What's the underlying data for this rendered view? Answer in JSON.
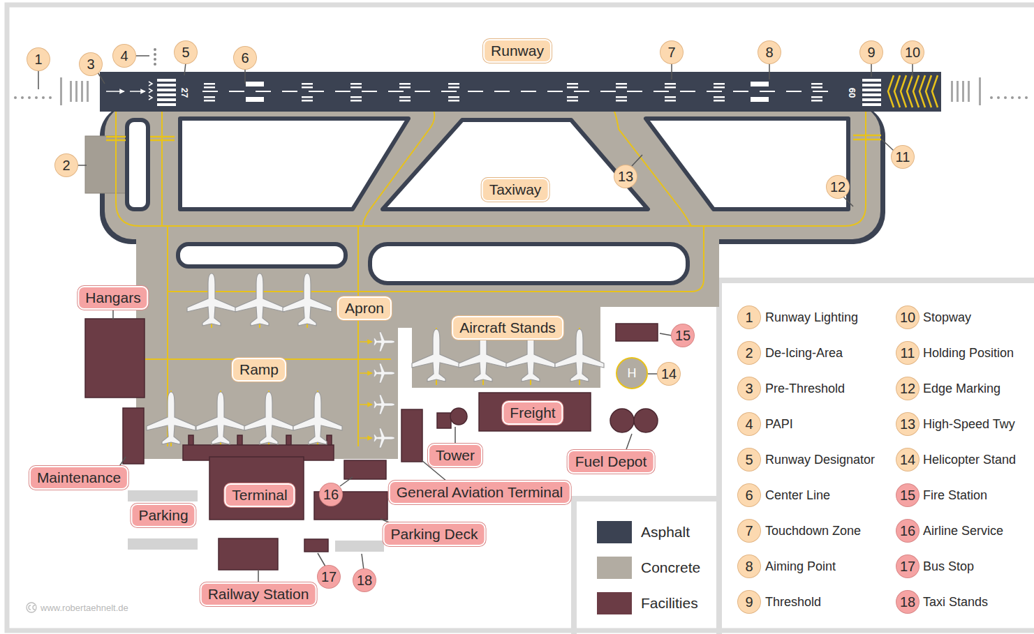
{
  "diagram": {
    "nodes": [
      {
        "text": [
          "Runway"
        ]
      },
      {
        "text": [
          "Taxiway"
        ]
      },
      {
        "text": [
          "Hangars"
        ]
      },
      {
        "text": [
          "Apron"
        ]
      },
      {
        "text": [
          "Aircraft Stands"
        ]
      },
      {
        "text": [
          "Ramp"
        ]
      },
      {
        "text": [
          "Freight"
        ]
      },
      {
        "text": [
          "Tower"
        ]
      },
      {
        "text": [
          "Fuel Depot"
        ]
      },
      {
        "text": [
          "Maintenance"
        ]
      },
      {
        "text": [
          "Terminal"
        ]
      },
      {
        "text": [
          "General Aviation Terminal"
        ]
      },
      {
        "text": [
          "Parking"
        ]
      },
      {
        "text": [
          "Parking Deck"
        ]
      },
      {
        "text": [
          "Railway Station"
        ]
      }
    ],
    "labels": [
      "1",
      "2",
      "3",
      "4",
      "5",
      "6",
      "7",
      "8",
      "9",
      "10",
      "11",
      "12",
      "13",
      "14",
      "15",
      "16",
      "17",
      "18",
      "27",
      "09",
      "H",
      "1",
      "Runway Lighting",
      "2",
      "De-Icing-Area",
      "3",
      "Pre-Threshold",
      "4",
      "PAPI",
      "5",
      "Runway Designator",
      "6",
      "Center Line",
      "7",
      "Touchdown Zone",
      "8",
      "Aiming Point",
      "9",
      "Threshold",
      "10",
      "Stopway",
      "11",
      "Holding Position",
      "12",
      "Edge Marking",
      "13",
      "High-Speed Twy",
      "14",
      "Helicopter Stand",
      "15",
      "Fire Station",
      "16",
      "Airline Service",
      "17",
      "Bus Stop",
      "18",
      "Taxi Stands",
      "www.robertaehnelt.de"
    ],
    "legend": [
      {
        "text": "Asphalt",
        "color": "#3b4252"
      },
      {
        "text": "Concrete",
        "color": "#b2aca2"
      },
      {
        "text": "Facilities",
        "color": "#6b3c45"
      }
    ]
  }
}
